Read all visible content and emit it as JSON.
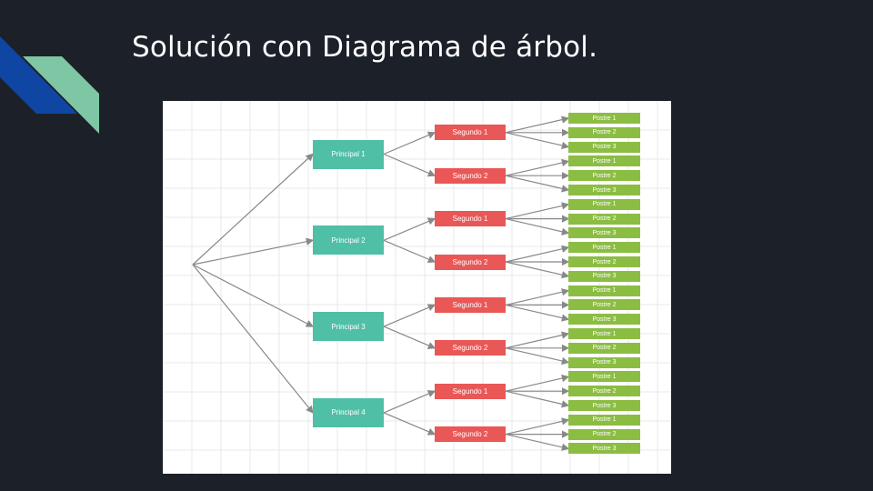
{
  "slide": {
    "title": "Solución con Diagrama de árbol.",
    "accent_colors": {
      "blue": "#0f46a3",
      "green": "#7fc7a4",
      "background": "#1c2029"
    }
  },
  "diagram": {
    "type": "tree",
    "colors": {
      "principal": "#4fbfa6",
      "segundo": "#e95756",
      "postre": "#8cbd43",
      "edge": "#888888",
      "grid": "#e8e8e8"
    },
    "root": {
      "children": [
        {
          "label": "Principal 1",
          "children": [
            {
              "label": "Segundo 1",
              "children": [
                "Postre 1",
                "Postre 2",
                "Postre 3"
              ]
            },
            {
              "label": "Segundo 2",
              "children": [
                "Postre 1",
                "Postre 2",
                "Postre 3"
              ]
            }
          ]
        },
        {
          "label": "Principal 2",
          "children": [
            {
              "label": "Segundo 1",
              "children": [
                "Postre 1",
                "Postre 2",
                "Postre 3"
              ]
            },
            {
              "label": "Segundo 2",
              "children": [
                "Postre 1",
                "Postre 2",
                "Postre 3"
              ]
            }
          ]
        },
        {
          "label": "Principal 3",
          "children": [
            {
              "label": "Segundo 1",
              "children": [
                "Postre 1",
                "Postre 2",
                "Postre 3"
              ]
            },
            {
              "label": "Segundo 2",
              "children": [
                "Postre 1",
                "Postre 2",
                "Postre 3"
              ]
            }
          ]
        },
        {
          "label": "Principal 4",
          "children": [
            {
              "label": "Segundo 1",
              "children": [
                "Postre 1",
                "Postre 2",
                "Postre 3"
              ]
            },
            {
              "label": "Segundo 2",
              "children": [
                "Postre 1",
                "Postre 2",
                "Postre 3"
              ]
            }
          ]
        }
      ]
    }
  }
}
